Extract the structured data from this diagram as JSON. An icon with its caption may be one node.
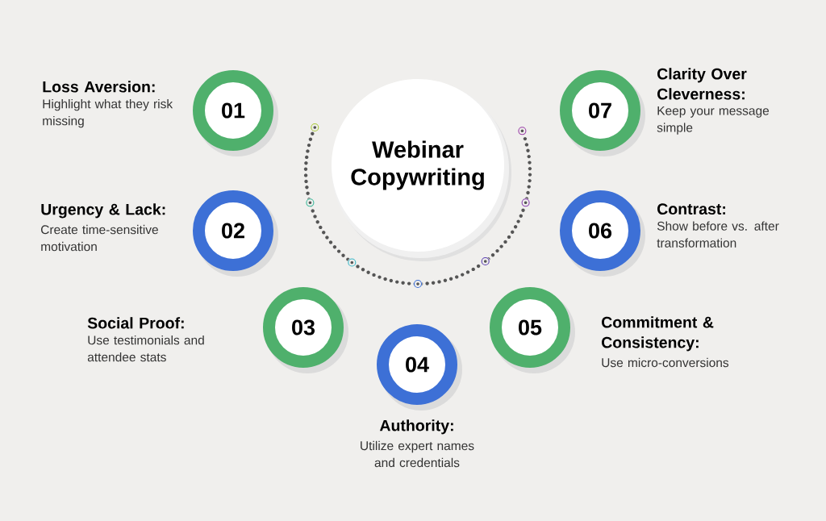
{
  "diagram": {
    "nodes": [
      {
        "text": [
          "Webinar Copywriting"
        ]
      },
      {
        "text": [
          "01"
        ],
        "beside": [
          "Loss Aversion:",
          "Highlight what they risk missing"
        ]
      },
      {
        "text": [
          "02"
        ],
        "beside": [
          "Urgency & Lack:",
          "Create time-sensitive motivation"
        ]
      },
      {
        "text": [
          "03"
        ],
        "beside": [
          "Social Proof:",
          "Use testimonials and attendee stats"
        ]
      },
      {
        "text": [
          "04"
        ],
        "beside": [
          "Authority:",
          "Utilize expert names and credentials"
        ]
      },
      {
        "text": [
          "05"
        ],
        "beside": [
          "Commitment & Consistency:",
          "Use micro-conversions"
        ]
      },
      {
        "text": [
          "06"
        ],
        "beside": [
          "Contrast:",
          "Show before vs. after transformation"
        ]
      },
      {
        "text": [
          "07"
        ],
        "beside": [
          "Clarity Over Cleverness:",
          "Keep your message simple"
        ]
      }
    ]
  }
}
